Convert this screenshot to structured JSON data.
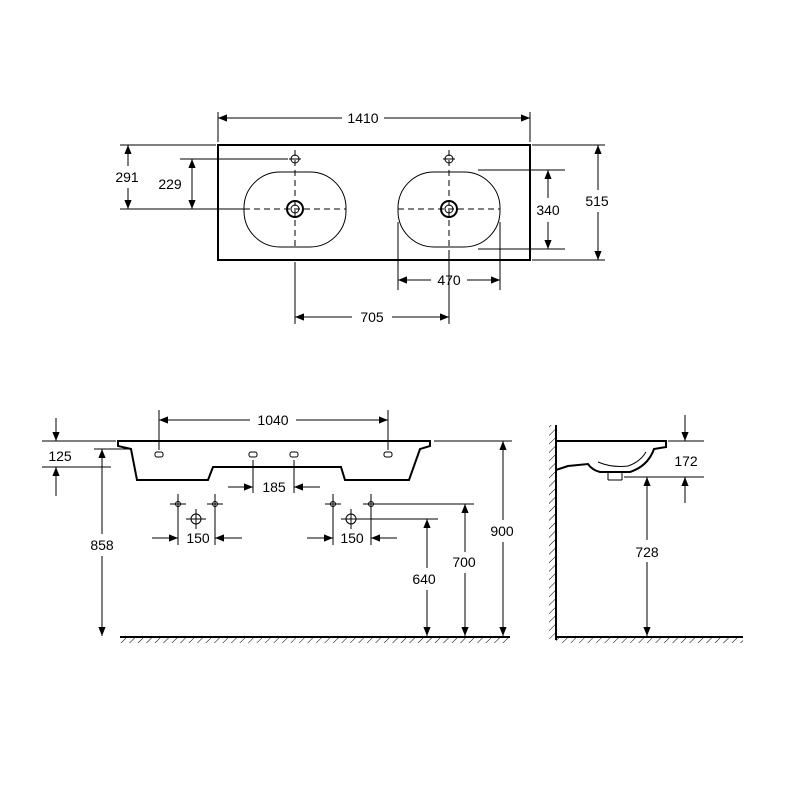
{
  "top_view": {
    "width_total": "1410",
    "depth_total": "515",
    "tap_to_waste_depth": "291",
    "bowl_to_waste_depth": "229",
    "bowl_depth": "340",
    "bowl_width": "470",
    "waste_spacing": "705"
  },
  "front_view": {
    "overflow_spacing": "1040",
    "rim_thickness": "125",
    "center_spacing": "185",
    "left_valve_spacing": "150",
    "right_valve_spacing": "150",
    "rim_height": "900",
    "valve_height": "700",
    "waste_height": "640",
    "underside_height": "858"
  },
  "side_view": {
    "bowl_height": "172",
    "bowl_bottom_height": "728"
  }
}
